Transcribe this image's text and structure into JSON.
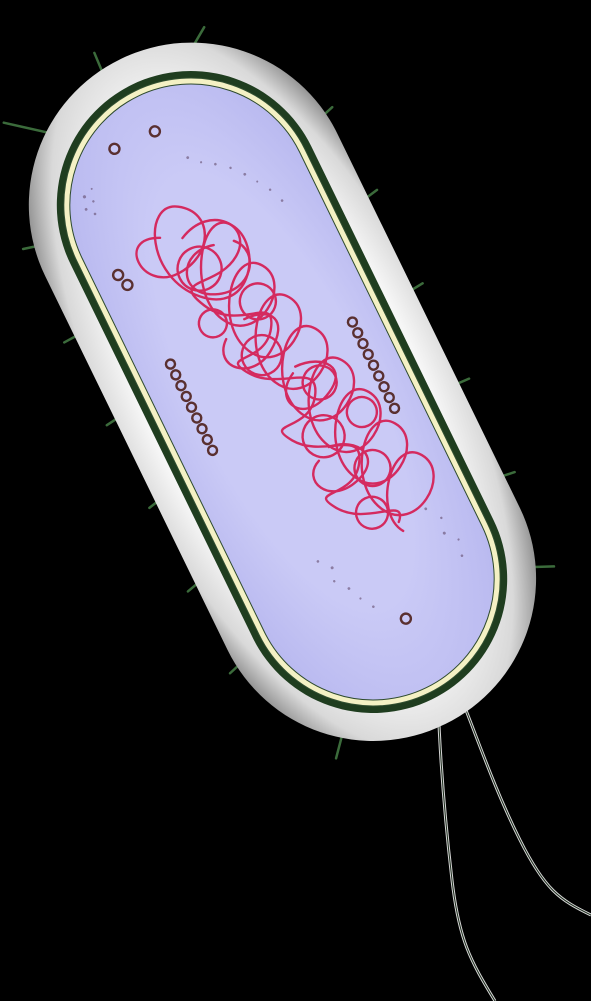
{
  "diagram": {
    "subject": "prokaryotic-cell",
    "labels": [],
    "colors": {
      "background": "#000000",
      "capsule": "#f2f2f2",
      "capsule_shadow": "#8a8a8a",
      "cell_wall": "#1f3d1f",
      "membrane": "#f4f1c4",
      "cytoplasm": "#c9c9f7",
      "nucleoid": "#d8285e",
      "ribosome": "#5a3030",
      "pili": "#3e6a3e",
      "flagellum": "#d8d8d8"
    },
    "parts": [
      {
        "id": "capsule",
        "count": 1
      },
      {
        "id": "cell-wall",
        "count": 1
      },
      {
        "id": "plasma-membrane",
        "count": 1
      },
      {
        "id": "cytoplasm",
        "count": 1
      },
      {
        "id": "nucleoid",
        "count": 1
      },
      {
        "id": "ribosome-chain",
        "count": 2
      },
      {
        "id": "single-ribosome",
        "count": 5
      },
      {
        "id": "pilus",
        "count": 16
      },
      {
        "id": "flagellum",
        "count": 2
      }
    ]
  }
}
